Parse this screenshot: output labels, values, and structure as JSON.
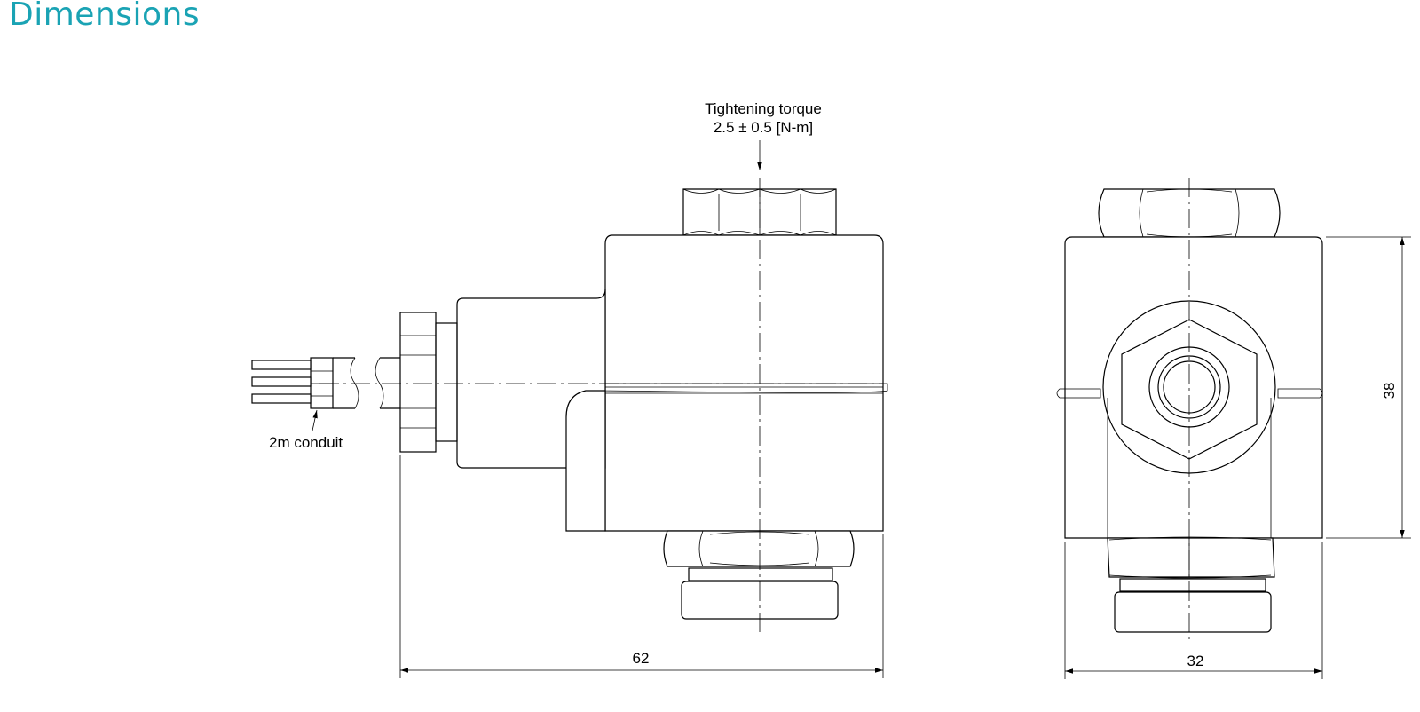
{
  "title": "Dimensions",
  "annotations": {
    "torque_line1": "Tightening torque",
    "torque_line2": "2.5 ± 0.5 [N-m]",
    "conduit": "2m conduit"
  },
  "dimensions": {
    "width_side": "62",
    "width_front": "32",
    "height_front": "38"
  },
  "colors": {
    "title": "#1aa3b4",
    "line": "#000000"
  }
}
